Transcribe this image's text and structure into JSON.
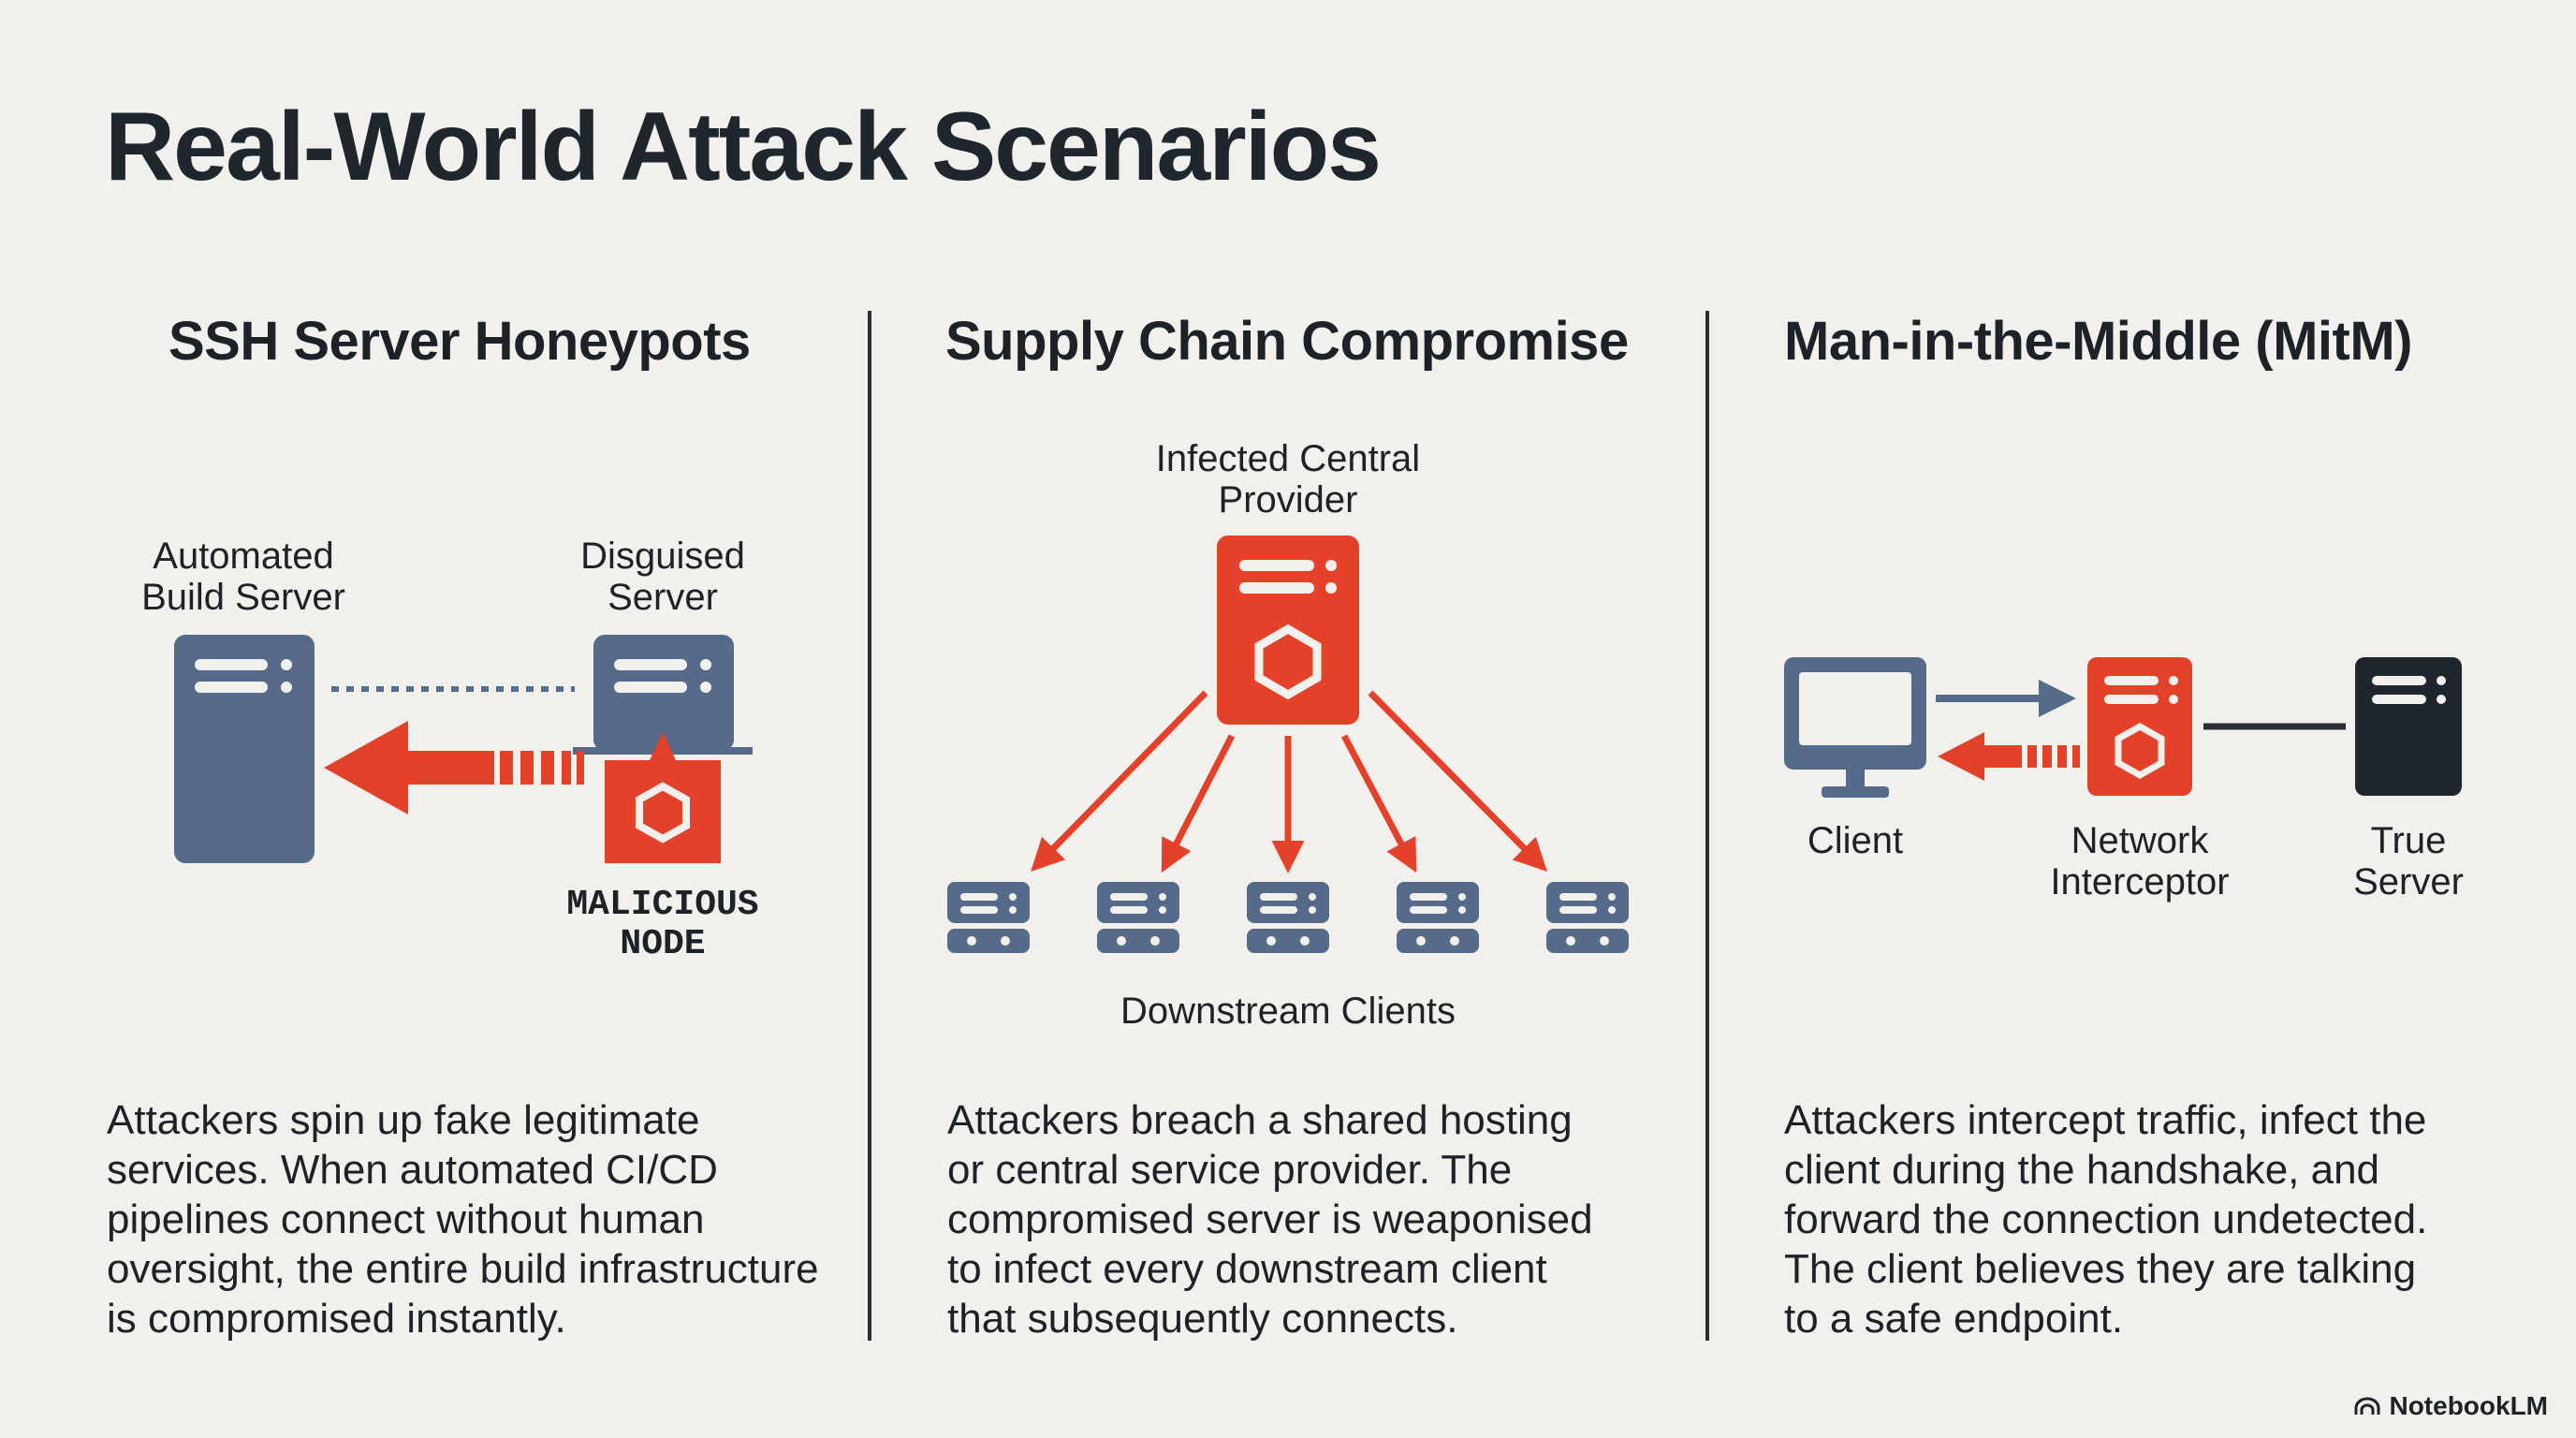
{
  "title": "Real-World Attack Scenarios",
  "colors": {
    "background": "#f1f0ec",
    "slate": "#566b8a",
    "red": "#e4412b",
    "dark": "#20262d"
  },
  "columns": [
    {
      "heading": "SSH Server Honeypots",
      "labels": {
        "build_server": [
          "Automated",
          "Build Server"
        ],
        "disguised_server": [
          "Disguised",
          "Server"
        ],
        "malicious_node": [
          "MALICIOUS",
          "NODE"
        ]
      },
      "description": [
        "Attackers spin up fake legitimate",
        "services. When automated CI/CD",
        "pipelines connect without human",
        "oversight, the entire build infrastructure",
        "is compromised instantly."
      ]
    },
    {
      "heading": "Supply Chain Compromise",
      "labels": {
        "provider": [
          "Infected Central",
          "Provider"
        ],
        "clients": "Downstream Clients"
      },
      "description": [
        "Attackers breach a shared hosting",
        "or central service provider. The",
        "compromised server is weaponised",
        "to infect every downstream client",
        "that subsequently connects."
      ]
    },
    {
      "heading": "Man-in-the-Middle (MitM)",
      "labels": {
        "client": "Client",
        "interceptor": [
          "Network",
          "Interceptor"
        ],
        "true_server": [
          "True",
          "Server"
        ]
      },
      "description": [
        "Attackers intercept traffic, infect the",
        "client during the handshake, and",
        "forward the connection undetected.",
        "The client believes they are talking",
        "to a safe endpoint."
      ]
    }
  ],
  "footer": {
    "brand": "NotebookLM",
    "icon": "notebooklm-logo-icon"
  }
}
